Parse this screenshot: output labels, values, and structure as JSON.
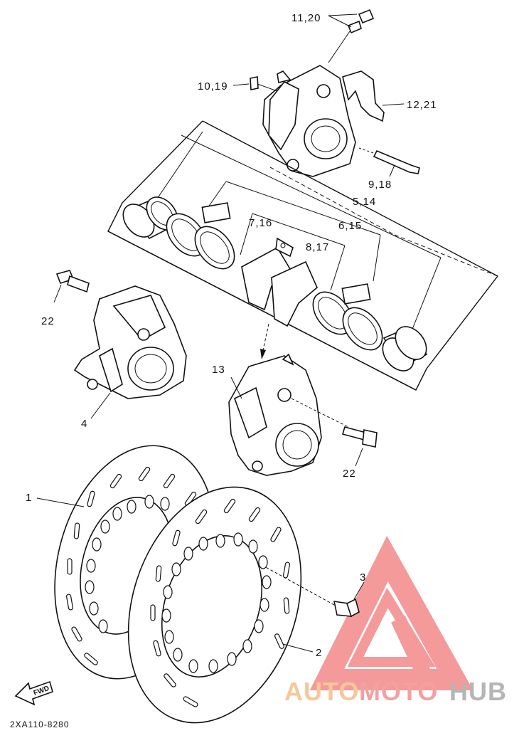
{
  "diagram": {
    "callouts": {
      "c_11_20": "11,20",
      "c_10_19": "10,19",
      "c_12_21": "12,21",
      "c_9_18": "9,18",
      "c_5_14": "5,14",
      "c_6_15": "6,15",
      "c_7_16": "7,16",
      "c_8_17": "8,17",
      "c_22a": "22",
      "c_4": "4",
      "c_13": "13",
      "c_22b": "22",
      "c_1": "1",
      "c_3": "3",
      "c_2": "2"
    },
    "diagram_code": "2XA110-8280",
    "forward_label": "FWD"
  },
  "watermark": {
    "brand_part1": "AUTO",
    "brand_part2": "MOTO",
    "brand_part3": "HUB",
    "colors": {
      "auto": "#f5c89a",
      "moto": "#f2a0a0",
      "hub": "#b5b5b5",
      "triangle": "#f39090"
    }
  }
}
